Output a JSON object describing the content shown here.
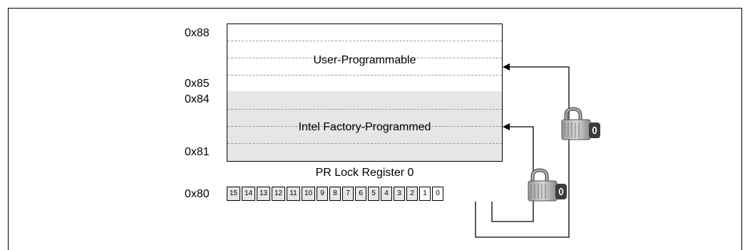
{
  "addresses": {
    "a88": "0x88",
    "a85": "0x85",
    "a84": "0x84",
    "a81": "0x81",
    "a80": "0x80"
  },
  "regions": {
    "user": "User-Programmable",
    "intel": "Intel Factory-Programmed"
  },
  "register": {
    "title": "PR Lock Register 0",
    "bits": [
      "15",
      "14",
      "13",
      "12",
      "11",
      "10",
      "9",
      "8",
      "7",
      "6",
      "5",
      "4",
      "3",
      "2",
      "1",
      "0"
    ]
  },
  "icons": {
    "lock": "padlock-icon"
  },
  "colors": {
    "factory_fill": "#e6e6e6",
    "user_fill": "#ffffff",
    "line": "#000000"
  }
}
